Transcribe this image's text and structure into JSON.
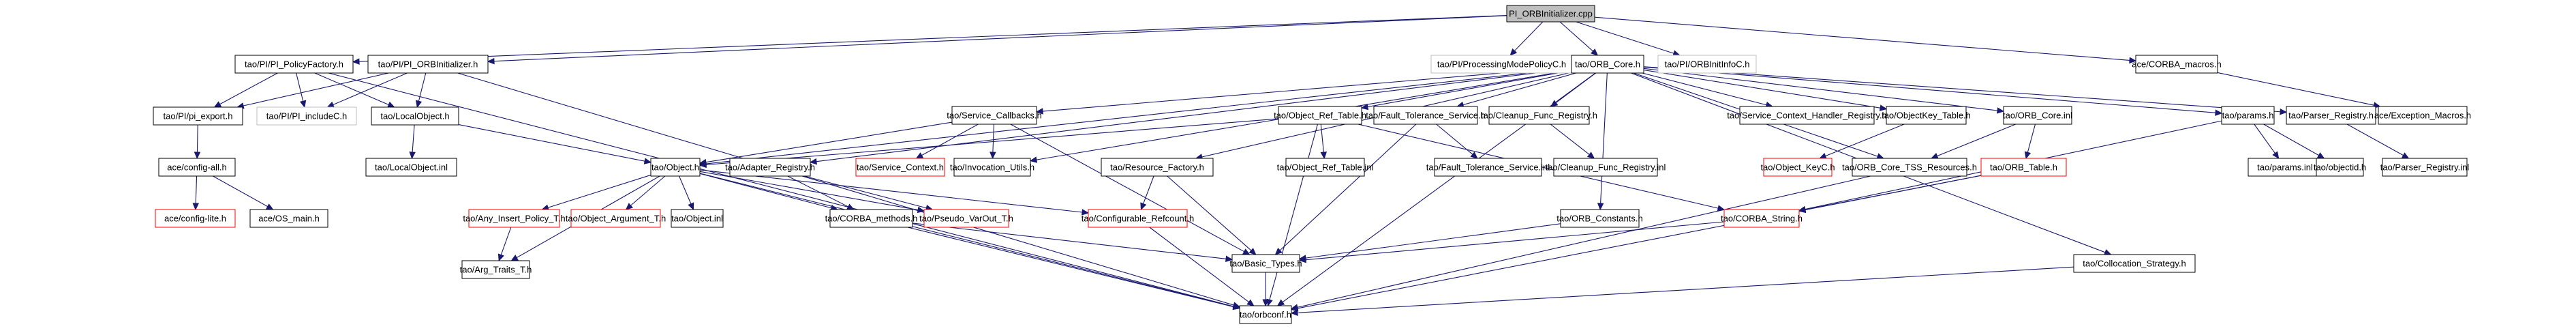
{
  "graph": {
    "title": "PI_ORBInitializer.cpp",
    "colors": {
      "edge": "#191970",
      "node_border": "#000000",
      "undocumented_border": "#bfbfbf",
      "truncated_border": "#ff0000",
      "root_fill": "#bfbfbf"
    },
    "nodes": [
      {
        "id": "root",
        "label": "PI_ORBInitializer.cpp",
        "style": "root"
      },
      {
        "id": "pi_policyfactory",
        "label": "tao/PI/PI_PolicyFactory.h",
        "style": "normal"
      },
      {
        "id": "pi_orbinitializer_h",
        "label": "tao/PI/PI_ORBInitializer.h",
        "style": "normal"
      },
      {
        "id": "processingmodepolicy",
        "label": "tao/PI/ProcessingModePolicyC.h",
        "style": "gray"
      },
      {
        "id": "orb_core_h",
        "label": "tao/ORB_Core.h",
        "style": "normal"
      },
      {
        "id": "orbinitinfo",
        "label": "tao/PI/ORBInitInfoC.h",
        "style": "gray"
      },
      {
        "id": "corba_macros",
        "label": "ace/CORBA_macros.h",
        "style": "normal"
      },
      {
        "id": "pi_export",
        "label": "tao/PI/pi_export.h",
        "style": "normal"
      },
      {
        "id": "pi_includec",
        "label": "tao/PI/PI_includeC.h",
        "style": "gray"
      },
      {
        "id": "localobject_h",
        "label": "tao/LocalObject.h",
        "style": "normal"
      },
      {
        "id": "config_all",
        "label": "ace/config-all.h",
        "style": "normal"
      },
      {
        "id": "localobject_inl",
        "label": "tao/LocalObject.inl",
        "style": "normal"
      },
      {
        "id": "config_lite",
        "label": "ace/config-lite.h",
        "style": "red"
      },
      {
        "id": "os_main",
        "label": "ace/OS_main.h",
        "style": "normal"
      },
      {
        "id": "service_callbacks",
        "label": "tao/Service_Callbacks.h",
        "style": "normal"
      },
      {
        "id": "object_ref_table_h",
        "label": "tao/Object_Ref_Table.h",
        "style": "normal"
      },
      {
        "id": "fault_tolerance_h",
        "label": "tao/Fault_Tolerance_Service.h",
        "style": "normal"
      },
      {
        "id": "cleanup_func_h",
        "label": "tao/Cleanup_Func_Registry.h",
        "style": "normal"
      },
      {
        "id": "service_context_handler",
        "label": "tao/Service_Context_Handler_Registry.h",
        "style": "normal"
      },
      {
        "id": "objectkey_table",
        "label": "tao/ObjectKey_Table.h",
        "style": "normal"
      },
      {
        "id": "orb_core_inl",
        "label": "tao/ORB_Core.inl",
        "style": "normal"
      },
      {
        "id": "params_h",
        "label": "tao/params.h",
        "style": "normal"
      },
      {
        "id": "parser_registry_h",
        "label": "tao/Parser_Registry.h",
        "style": "normal"
      },
      {
        "id": "exception_macros",
        "label": "ace/Exception_Macros.h",
        "style": "normal"
      },
      {
        "id": "object_h",
        "label": "tao/Object.h",
        "style": "normal"
      },
      {
        "id": "adapter_registry",
        "label": "tao/Adapter_Registry.h",
        "style": "normal"
      },
      {
        "id": "service_context",
        "label": "tao/Service_Context.h",
        "style": "red"
      },
      {
        "id": "invocation_utils",
        "label": "tao/Invocation_Utils.h",
        "style": "normal"
      },
      {
        "id": "resource_factory",
        "label": "tao/Resource_Factory.h",
        "style": "normal"
      },
      {
        "id": "object_ref_table_inl",
        "label": "tao/Object_Ref_Table.inl",
        "style": "normal"
      },
      {
        "id": "fault_tolerance_inl",
        "label": "tao/Fault_Tolerance_Service.inl",
        "style": "normal"
      },
      {
        "id": "cleanup_func_inl",
        "label": "tao/Cleanup_Func_Registry.inl",
        "style": "normal"
      },
      {
        "id": "object_keyc",
        "label": "tao/Object_KeyC.h",
        "style": "red"
      },
      {
        "id": "orb_core_tss",
        "label": "tao/ORB_Core_TSS_Resources.h",
        "style": "normal"
      },
      {
        "id": "orb_table",
        "label": "tao/ORB_Table.h",
        "style": "red"
      },
      {
        "id": "params_inl",
        "label": "tao/params.inl",
        "style": "normal"
      },
      {
        "id": "objectid",
        "label": "tao/objectid.h",
        "style": "normal"
      },
      {
        "id": "parser_registry_inl",
        "label": "tao/Parser_Registry.inl",
        "style": "normal"
      },
      {
        "id": "any_insert_policy",
        "label": "tao/Any_Insert_Policy_T.h",
        "style": "red"
      },
      {
        "id": "object_argument",
        "label": "tao/Object_Argument_T.h",
        "style": "red"
      },
      {
        "id": "object_inl",
        "label": "tao/Object.inl",
        "style": "normal"
      },
      {
        "id": "corba_methods",
        "label": "tao/CORBA_methods.h",
        "style": "normal"
      },
      {
        "id": "pseudo_varout",
        "label": "tao/Pseudo_VarOut_T.h",
        "style": "red"
      },
      {
        "id": "configurable_refcount",
        "label": "tao/Configurable_Refcount.h",
        "style": "red"
      },
      {
        "id": "orb_constants",
        "label": "tao/ORB_Constants.h",
        "style": "normal"
      },
      {
        "id": "corba_string",
        "label": "tao/CORBA_String.h",
        "style": "red"
      },
      {
        "id": "arg_traits",
        "label": "tao/Arg_Traits_T.h",
        "style": "normal"
      },
      {
        "id": "basic_types",
        "label": "tao/Basic_Types.h",
        "style": "normal"
      },
      {
        "id": "collocation_strategy",
        "label": "tao/Collocation_Strategy.h",
        "style": "normal"
      },
      {
        "id": "orbconf",
        "label": "tao/orbconf.h",
        "style": "normal"
      }
    ],
    "edges": [
      [
        "root",
        "pi_policyfactory"
      ],
      [
        "root",
        "pi_orbinitializer_h"
      ],
      [
        "root",
        "processingmodepolicy"
      ],
      [
        "root",
        "orb_core_h"
      ],
      [
        "root",
        "orbinitinfo"
      ],
      [
        "root",
        "corba_macros"
      ],
      [
        "pi_policyfactory",
        "pi_export"
      ],
      [
        "pi_policyfactory",
        "pi_includec"
      ],
      [
        "pi_policyfactory",
        "localobject_h"
      ],
      [
        "pi_policyfactory",
        "orbconf"
      ],
      [
        "pi_orbinitializer_h",
        "pi_export"
      ],
      [
        "pi_orbinitializer_h",
        "pi_includec"
      ],
      [
        "pi_orbinitializer_h",
        "localobject_h"
      ],
      [
        "pi_orbinitializer_h",
        "orbconf"
      ],
      [
        "pi_export",
        "config_all"
      ],
      [
        "config_all",
        "config_lite"
      ],
      [
        "config_all",
        "os_main"
      ],
      [
        "localobject_h",
        "localobject_inl"
      ],
      [
        "localobject_h",
        "object_h"
      ],
      [
        "orb_core_h",
        "service_callbacks"
      ],
      [
        "orb_core_h",
        "object_ref_table_h"
      ],
      [
        "orb_core_h",
        "fault_tolerance_h"
      ],
      [
        "orb_core_h",
        "cleanup_func_h"
      ],
      [
        "orb_core_h",
        "service_context_handler"
      ],
      [
        "orb_core_h",
        "objectkey_table"
      ],
      [
        "orb_core_h",
        "orb_core_inl"
      ],
      [
        "orb_core_h",
        "params_h"
      ],
      [
        "orb_core_h",
        "parser_registry_h"
      ],
      [
        "orb_core_h",
        "object_h"
      ],
      [
        "orb_core_h",
        "adapter_registry"
      ],
      [
        "orb_core_h",
        "invocation_utils"
      ],
      [
        "orb_core_h",
        "resource_factory"
      ],
      [
        "orb_core_h",
        "orb_constants"
      ],
      [
        "orb_core_h",
        "orb_core_tss"
      ],
      [
        "orb_core_h",
        "collocation_strategy"
      ],
      [
        "orb_core_h",
        "orbconf"
      ],
      [
        "corba_macros",
        "exception_macros"
      ],
      [
        "service_callbacks",
        "service_context"
      ],
      [
        "service_callbacks",
        "invocation_utils"
      ],
      [
        "service_callbacks",
        "object_h"
      ],
      [
        "service_callbacks",
        "basic_types"
      ],
      [
        "object_ref_table_h",
        "object_ref_table_inl"
      ],
      [
        "object_ref_table_h",
        "object_h"
      ],
      [
        "object_ref_table_h",
        "corba_string"
      ],
      [
        "object_ref_table_h",
        "orbconf"
      ],
      [
        "fault_tolerance_h",
        "fault_tolerance_inl"
      ],
      [
        "fault_tolerance_h",
        "basic_types"
      ],
      [
        "cleanup_func_h",
        "cleanup_func_inl"
      ],
      [
        "objectkey_table",
        "object_keyc"
      ],
      [
        "orb_core_inl",
        "orb_core_tss"
      ],
      [
        "orb_core_inl",
        "orb_table"
      ],
      [
        "params_h",
        "params_inl"
      ],
      [
        "params_h",
        "objectid"
      ],
      [
        "params_h",
        "corba_string"
      ],
      [
        "parser_registry_h",
        "parser_registry_inl"
      ],
      [
        "object_h",
        "any_insert_policy"
      ],
      [
        "object_h",
        "object_argument"
      ],
      [
        "object_h",
        "object_inl"
      ],
      [
        "object_h",
        "corba_methods"
      ],
      [
        "object_h",
        "pseudo_varout"
      ],
      [
        "object_h",
        "configurable_refcount"
      ],
      [
        "object_h",
        "arg_traits"
      ],
      [
        "object_h",
        "orbconf"
      ],
      [
        "adapter_registry",
        "corba_methods"
      ],
      [
        "adapter_registry",
        "pseudo_varout"
      ],
      [
        "resource_factory",
        "configurable_refcount"
      ],
      [
        "resource_factory",
        "basic_types"
      ],
      [
        "any_insert_policy",
        "arg_traits"
      ],
      [
        "corba_methods",
        "basic_types"
      ],
      [
        "corba_methods",
        "orbconf"
      ],
      [
        "configurable_refcount",
        "orbconf"
      ],
      [
        "orb_constants",
        "basic_types"
      ],
      [
        "corba_string",
        "basic_types"
      ],
      [
        "orb_core_tss",
        "orbconf"
      ],
      [
        "orb_table",
        "orbconf"
      ],
      [
        "orb_table",
        "corba_string"
      ],
      [
        "basic_types",
        "orbconf"
      ],
      [
        "collocation_strategy",
        "orbconf"
      ]
    ]
  }
}
